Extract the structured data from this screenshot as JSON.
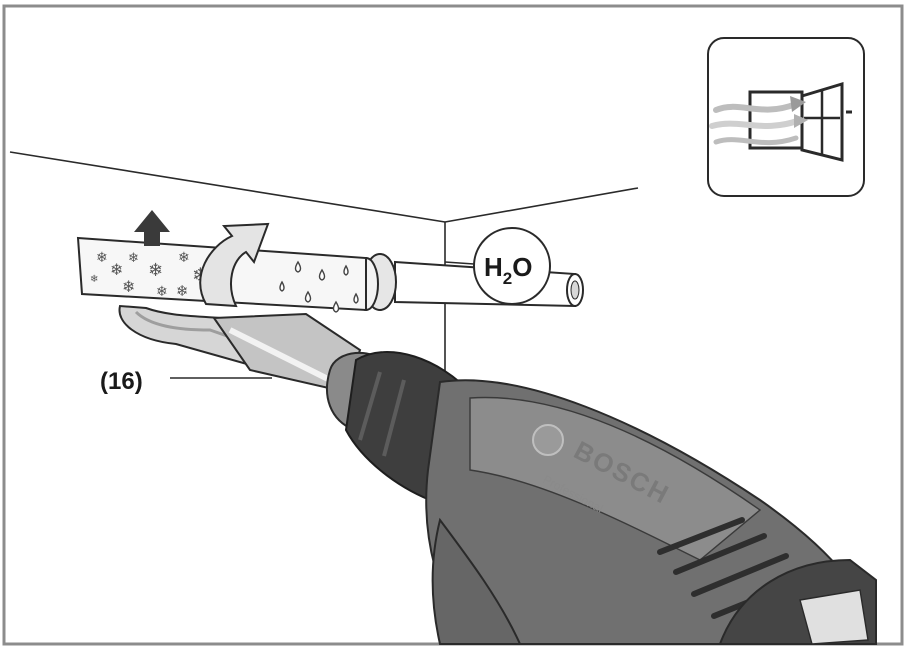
{
  "labels": {
    "part_callout": "(16)",
    "h2o_main": "H",
    "h2o_sub": "2",
    "h2o_end": "O"
  },
  "tool": {
    "brand": "BOSCH",
    "model_line": "Professional"
  },
  "icons": {
    "ventilation": "window-ventilation-icon",
    "snowflakes": "snowflake-icon",
    "droplets": "water-drop-icon",
    "heat_flow": "upward-arrow-icon"
  },
  "colors": {
    "line": "#1a1a1a",
    "tool_dark": "#3c3c3c",
    "tool_mid": "#6a6a6a",
    "tool_light": "#b8b8b8",
    "nozzle": "#cfcfcf"
  }
}
